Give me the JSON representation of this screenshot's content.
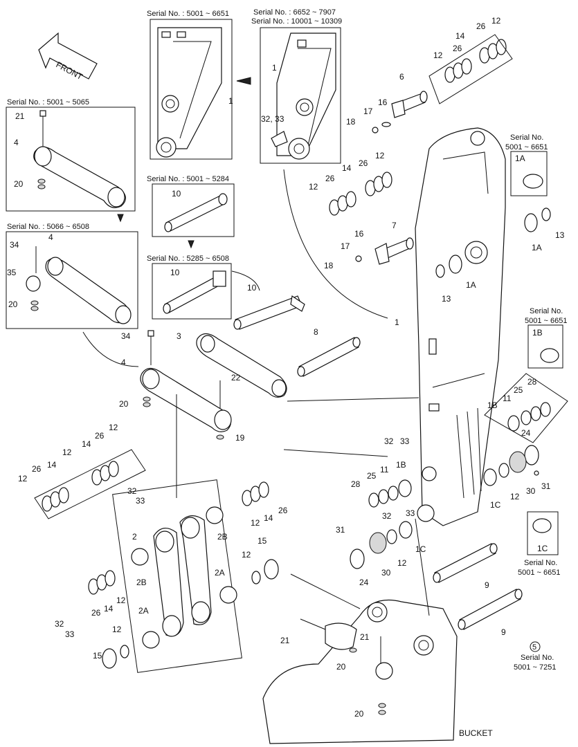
{
  "front_arrow": {
    "label": "FRONT"
  },
  "serials": {
    "top_box1": "Serial No. : 5001 ~ 6651",
    "top_box2_l1": "Serial No. : 6652 ~ 7907",
    "top_box2_l2": "Serial No. : 10001 ~ 10309",
    "left_box1": "Serial No. : 5001 ~ 5065",
    "left_box2": "Serial No. : 5066 ~ 6508",
    "pin_box1": "Serial No. : 5001 ~ 5284",
    "pin_box2": "Serial No. : 5285 ~ 6508",
    "inset_1a_l1": "Serial No.",
    "inset_1a_l2": "5001 ~ 6651",
    "inset_1b_l1": "Serial No.",
    "inset_1b_l2": "5001 ~ 6651",
    "inset_1c_l1": "Serial No.",
    "inset_1c_l2": "5001 ~ 6651",
    "ref5_l1": "Serial No.",
    "ref5_l2": "5001 ~ 7251"
  },
  "ref_circle": "5",
  "bucket_label": "BUCKET",
  "inset_labels": {
    "a": "1A",
    "b": "1B",
    "c": "1C"
  },
  "callouts": {
    "c1": "1",
    "c1b": "1",
    "c1c": "1",
    "c2": "2",
    "c2a1": "2A",
    "c2a2": "2A",
    "c2b1": "2B",
    "c2b2": "2B",
    "c3": "3",
    "c4a": "4",
    "c4b": "4",
    "c4c": "4",
    "c6": "6",
    "c7": "7",
    "c8": "8",
    "c9a": "9",
    "c9b": "9",
    "c10a": "10",
    "c10b": "10",
    "c10c": "10",
    "c1a1": "1A",
    "c1a2": "1A",
    "c1b1": "1B",
    "c1b2": "1B",
    "c1c1": "1C",
    "c1c2": "1C",
    "c11a": "11",
    "c11b": "11",
    "c12": "12",
    "c13a": "13",
    "c13b": "13",
    "c14": "14",
    "c15a": "15",
    "c15b": "15",
    "c16a": "16",
    "c16b": "16",
    "c17a": "17",
    "c17b": "17",
    "c18a": "18",
    "c18b": "18",
    "c19": "19",
    "c20": "20",
    "c21a": "21",
    "c21b": "21",
    "c21c": "21",
    "c22": "22",
    "c24a": "24",
    "c24b": "24",
    "c25a": "25",
    "c25b": "25",
    "c26": "26",
    "c28a": "28",
    "c28b": "28",
    "c30a": "30",
    "c30b": "30",
    "c31a": "31",
    "c31b": "31",
    "c32": "32",
    "c32_33": "32, 33",
    "c33": "33",
    "c34a": "34",
    "c34b": "34",
    "c35": "35"
  }
}
